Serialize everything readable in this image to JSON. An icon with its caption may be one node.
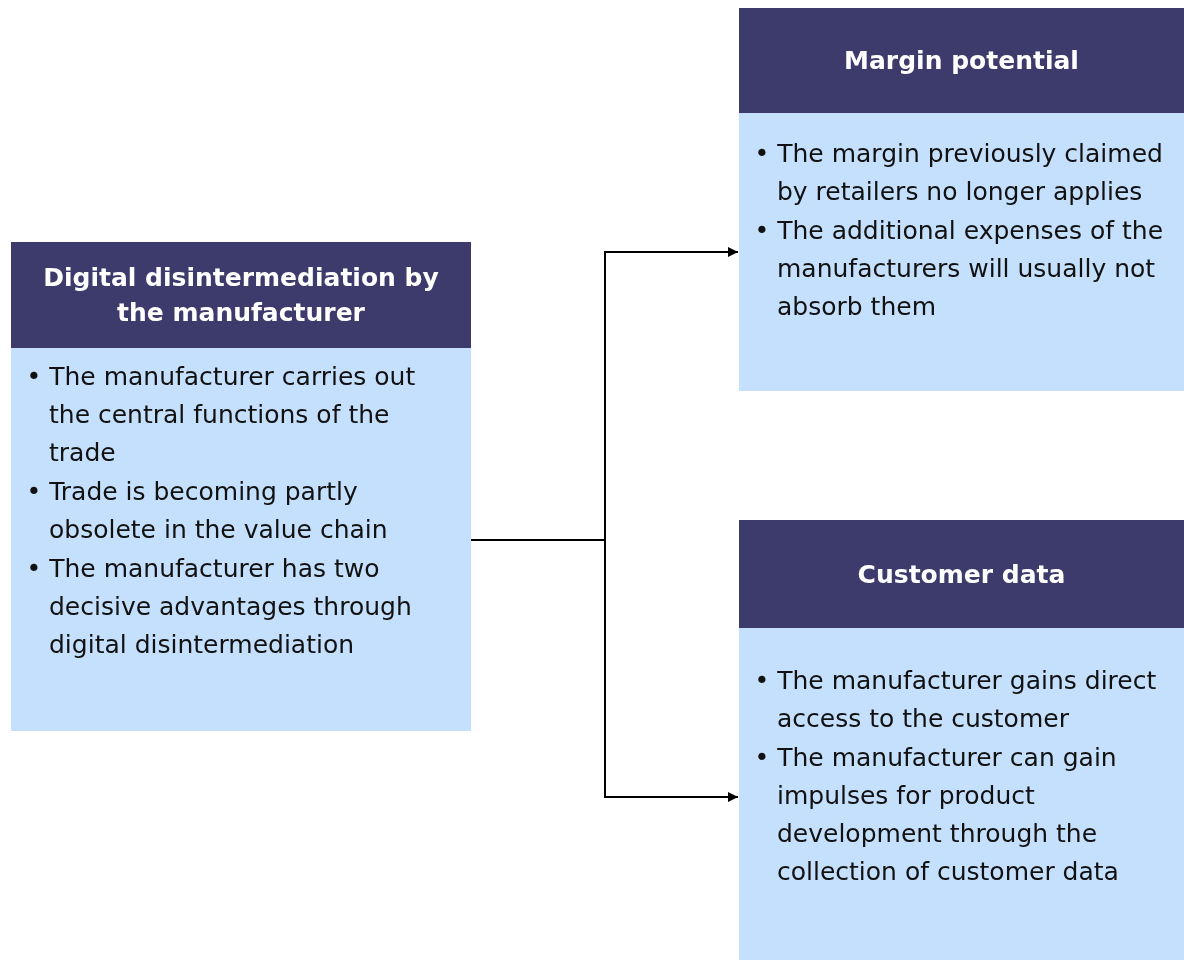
{
  "diagram": {
    "nodes": [
      {
        "text": [
          "Digital disintermediation by the manufacturer",
          "• The manufacturer carries out the central functions of the trade",
          "• Trade is becoming partly obsolete in the value chain",
          "• The manufacturer has two decisive advantages through digital disintermediation"
        ]
      },
      {
        "text": [
          "Margin potential",
          "• The margin previously claimed by retailers no longer applies",
          "• The additional expenses of the manufacturers will usually not absorb them"
        ]
      },
      {
        "text": [
          "Customer data",
          "• The manufacturer gains direct access to the customer",
          "• The manufacturer can gain impulses for product development through the collection of customer data"
        ]
      }
    ],
    "edges": [
      {
        "from": 0,
        "to": 1,
        "arrow": "to"
      },
      {
        "from": 0,
        "to": 2,
        "arrow": "to"
      }
    ]
  }
}
